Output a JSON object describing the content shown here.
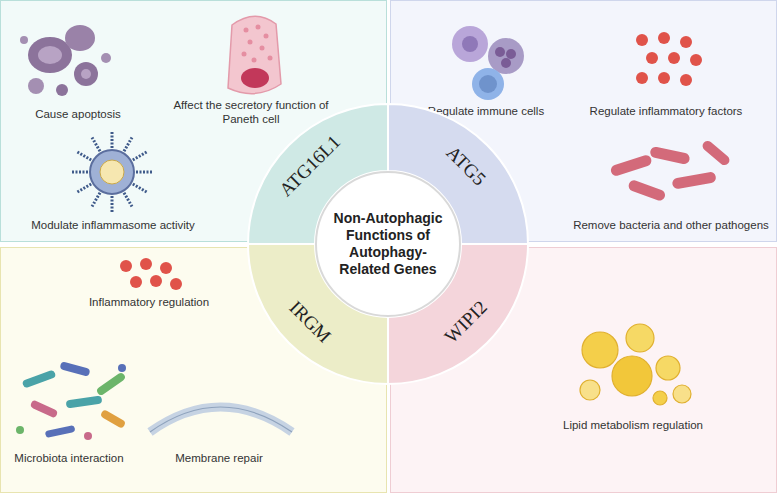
{
  "diagram": {
    "nodes": [
      {
        "text": [
          "Cause apoptosis",
          "Affect the secretory function of Paneth cell",
          "Modulate inflammasome activity"
        ]
      },
      {
        "text": [
          "Regulate immune cells",
          "Regulate inflammatory factors",
          "Remove bacteria and other pathogens"
        ]
      },
      {
        "text": [
          "Inflammatory regulation",
          "Microbiota interaction",
          "Membrane repair"
        ]
      },
      {
        "text": [
          "Lipid metabolism regulation"
        ]
      },
      {
        "text": [
          "ATG16L1"
        ]
      },
      {
        "text": [
          "ATG5"
        ]
      },
      {
        "text": [
          "IRGM"
        ]
      },
      {
        "text": [
          "WIPI2"
        ]
      },
      {
        "text": [
          "Non-Autophagic Functions of Autophagy-Related Genes"
        ]
      }
    ]
  }
}
